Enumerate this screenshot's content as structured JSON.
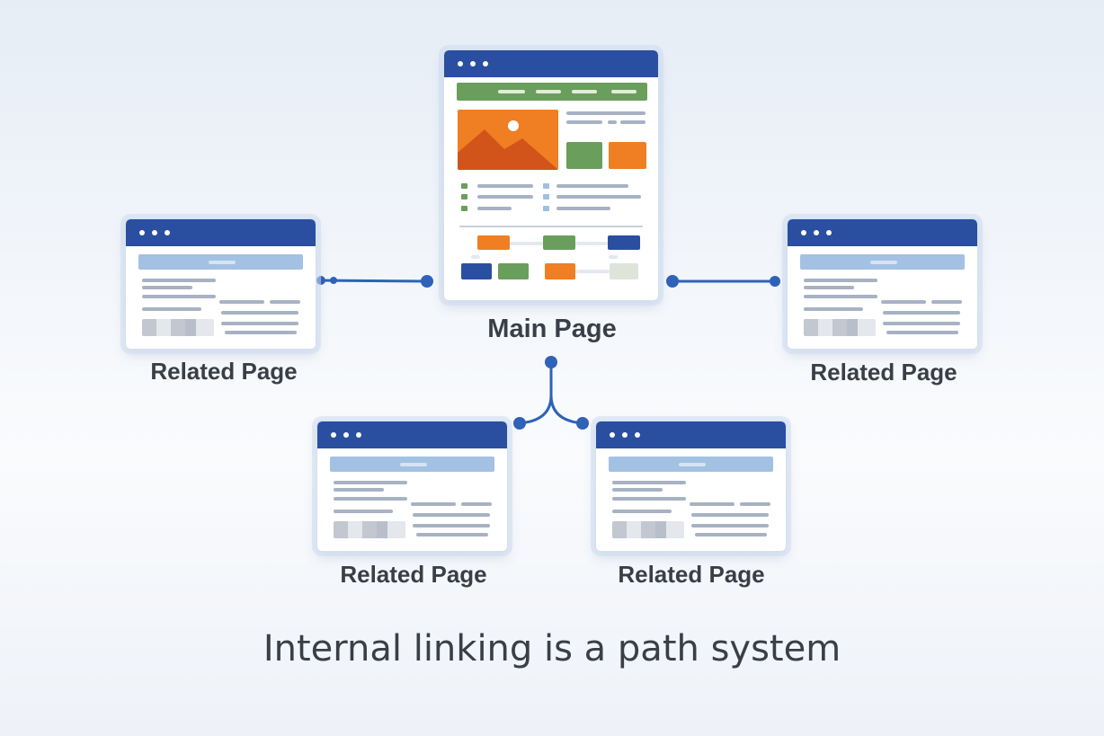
{
  "colors": {
    "titlebar": "#2a4fa0",
    "link": "#2f62b8",
    "green": "#6a9e5c",
    "orange": "#ef7f22",
    "blue": "#2a4fa0",
    "light_blue": "#a3c1e2",
    "gray_line": "#a7b2c3",
    "text": "#3a3f47"
  },
  "main_page": {
    "label": "Main Page",
    "hero_image_icon": "mountain-landscape-icon"
  },
  "related_pages": [
    {
      "label": "Related Page"
    },
    {
      "label": "Related Page"
    },
    {
      "label": "Related Page"
    },
    {
      "label": "Related Page"
    }
  ],
  "headline": "Internal linking is a path system"
}
